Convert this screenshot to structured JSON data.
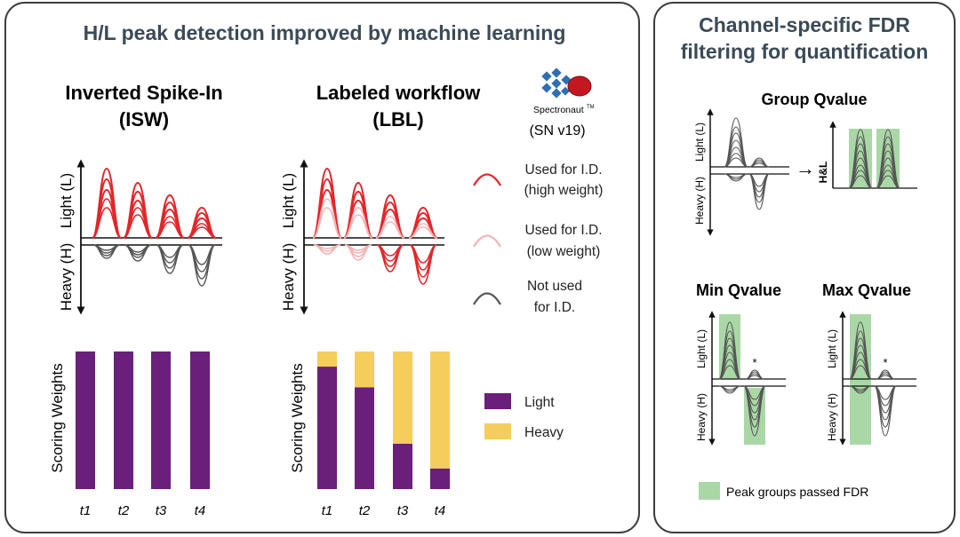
{
  "left_panel": {
    "title": "H/L peak detection improved by machine learning",
    "isw": {
      "title_line1": "Inverted Spike-In",
      "title_line2": "(ISW)"
    },
    "lbl": {
      "title_line1": "Labeled workflow",
      "title_line2": "(LBL)"
    },
    "logo": {
      "name": "Spectronaut",
      "trademark": "TM",
      "version": "(SN v19)"
    },
    "axis": {
      "light": "Light (L)",
      "heavy": "Heavy (H)",
      "scoring": "Scoring Weights"
    },
    "legend": [
      {
        "line1": "Used for I.D.",
        "line2": "(high weight)",
        "color": "#e3262a"
      },
      {
        "line1": "Used for I.D.",
        "line2": "(low weight)",
        "color": "#f3b4b6"
      },
      {
        "line1": "Not used",
        "line2": "for I.D.",
        "color": "#555555"
      }
    ],
    "bar_legend": [
      {
        "label": "Light",
        "color": "#6a1f7a"
      },
      {
        "label": "Heavy",
        "color": "#f5cd5c"
      }
    ]
  },
  "right_panel": {
    "title_line1": "Channel-specific FDR",
    "title_line2": "filtering for quantification",
    "group_title": "Group Qvalue",
    "min_title": "Min Qvalue",
    "max_title": "Max Qvalue",
    "hl_label": "H&L",
    "arrow_glyph": "→",
    "star": "*",
    "legend_label": "Peak groups passed FDR",
    "legend_color": "#a9d8a6",
    "axis": {
      "light": "Light (L)",
      "heavy": "Heavy (H)"
    }
  },
  "chart_data": [
    {
      "type": "bar",
      "stacked": true,
      "categories": [
        "t1",
        "t2",
        "t3",
        "t4"
      ],
      "series": [
        {
          "name": "Light",
          "values": [
            1.0,
            1.0,
            1.0,
            1.0
          ]
        },
        {
          "name": "Heavy",
          "values": [
            0.0,
            0.0,
            0.0,
            0.0
          ]
        }
      ],
      "ylabel": "Scoring Weights",
      "ylim": [
        0,
        1
      ]
    },
    {
      "type": "bar",
      "stacked": true,
      "categories": [
        "t1",
        "t2",
        "t3",
        "t4"
      ],
      "series": [
        {
          "name": "Light",
          "values": [
            0.89,
            0.74,
            0.33,
            0.15
          ]
        },
        {
          "name": "Heavy",
          "values": [
            0.11,
            0.26,
            0.67,
            0.85
          ]
        }
      ],
      "ylabel": "Scoring Weights",
      "ylim": [
        0,
        1
      ]
    }
  ]
}
